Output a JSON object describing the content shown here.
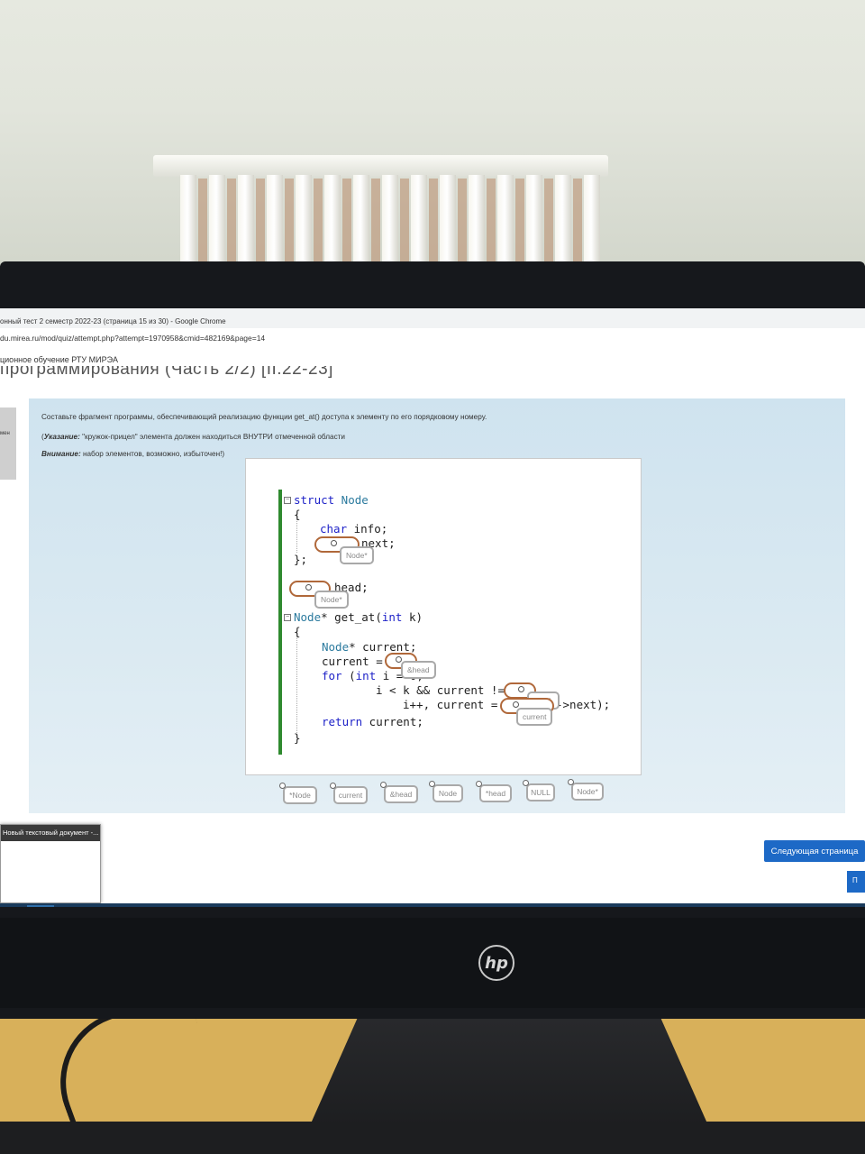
{
  "window": {
    "title": "онный тест 2 семестр 2022-23 (страница 15 из 30) - Google Chrome",
    "url": "du.mirea.ru/mod/quiz/attempt.php?attempt=1970958&cmid=482169&page=14"
  },
  "site": {
    "name": "ционное обучение РТУ МИРЭА",
    "heading": "программирования (Часть 2/2) [II.22-23]",
    "left_tab": "мен"
  },
  "question": {
    "text": "Составьте фрагмент программы, обеспечивающий реализацию функции get_at() доступа к элементу по его порядковому номеру.",
    "hint_label": "Указание:",
    "hint_text": " \"кружок-прицел\" элемента должен находиться ВНУТРИ отмеченной области",
    "warn_label": "Внимание:",
    "warn_text": " набор элементов, возможно, избыточен!)"
  },
  "code": {
    "l1_kw": "struct",
    "l1_ty": " Node",
    "l2": "{",
    "l3_kw": "char",
    "l3": " info;",
    "l4": "next;",
    "l5": "};",
    "l6": "head;",
    "l7_ty": "Node",
    "l7": "* get_at(",
    "l7_kw": "int",
    "l7_end": " k)",
    "l8": "{",
    "l9_ty": "Node",
    "l9": "* current;",
    "l10": "current = ",
    "l11_kw": "for",
    "l11": " (",
    "l11_kw2": "int",
    "l11_end": " i = 0;",
    "l12": "i < k && current !=",
    "l13": "i++, current = ",
    "l13_end": "->next);",
    "l14_kw": "return",
    "l14": " current;",
    "l15": "}"
  },
  "placed": {
    "p1": "Node*",
    "p2": "Node*",
    "p3": "&head",
    "p4": "NULL",
    "p5": "current"
  },
  "choices": [
    "*Node",
    "current",
    "&head",
    "Node",
    "*head",
    "NULL",
    "Node*"
  ],
  "notepad": {
    "title": "Новый текстовый документ -..."
  },
  "nav": {
    "next": "Следующая страница",
    "next2": "П"
  }
}
